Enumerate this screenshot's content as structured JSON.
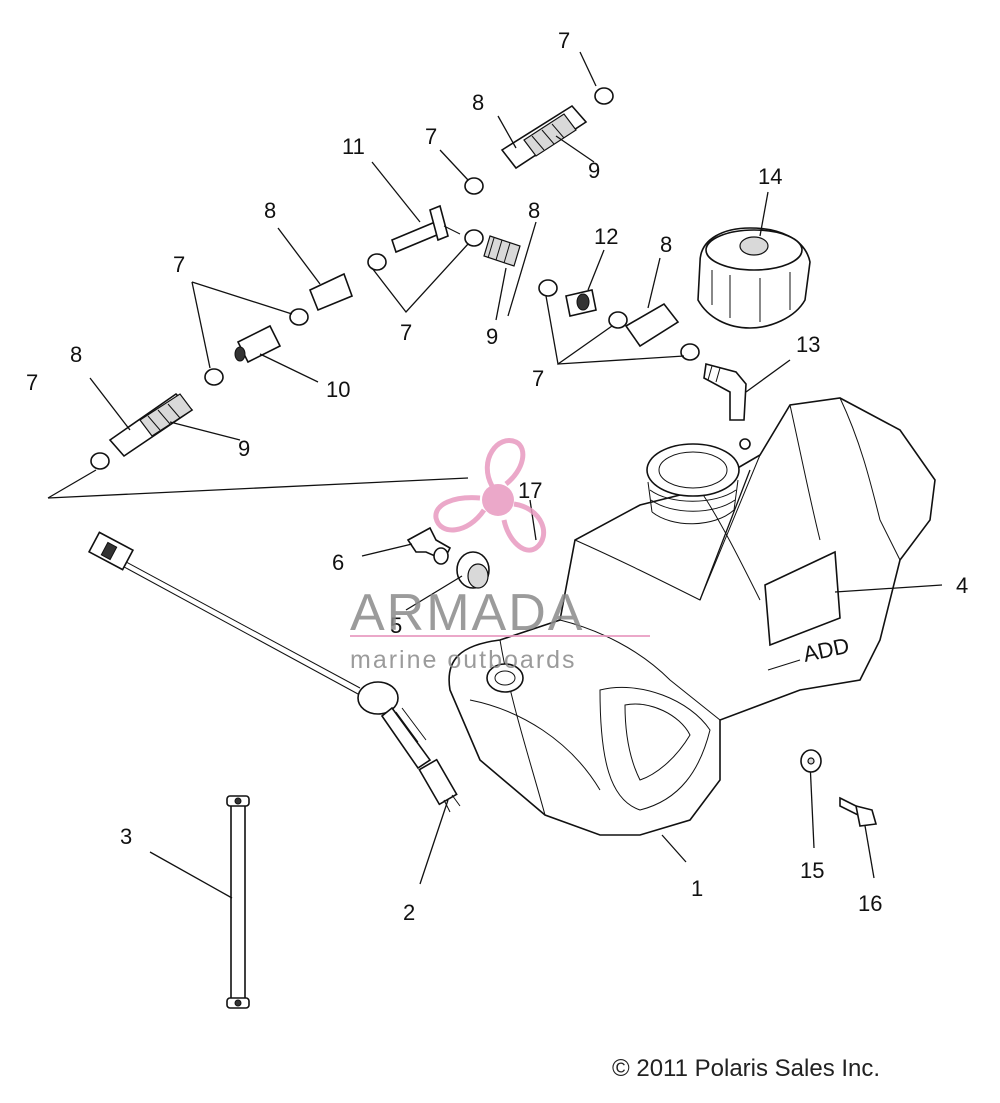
{
  "callouts": {
    "c1": "1",
    "c2": "2",
    "c3": "3",
    "c4": "4",
    "c5": "5",
    "c6": "6",
    "c7a": "7",
    "c7b": "7",
    "c7c": "7",
    "c7d": "7",
    "c7e": "7",
    "c7f": "7",
    "c8a": "8",
    "c8b": "8",
    "c8c": "8",
    "c8d": "8",
    "c8e": "8",
    "c9a": "9",
    "c9b": "9",
    "c9c": "9",
    "c10": "10",
    "c11": "11",
    "c12": "12",
    "c13": "13",
    "c14": "14",
    "c15": "15",
    "c16": "16",
    "c17": "17"
  },
  "tank_label": "ADD",
  "watermark": {
    "brand": "ARMADA",
    "tagline": "marine outboards",
    "color": "#e89ac0"
  },
  "copyright": "© 2011 Polaris Sales Inc."
}
